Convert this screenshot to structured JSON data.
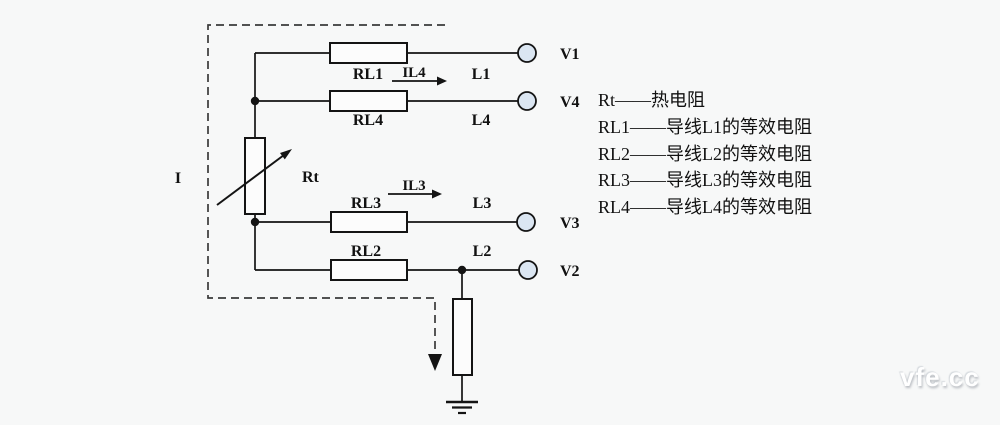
{
  "labels": {
    "current": "I",
    "thermal_resistor": "Rt",
    "rl1": "RL1",
    "rl4": "RL4",
    "rl3": "RL3",
    "rl2": "RL2",
    "l1": "L1",
    "l4": "L4",
    "l3": "L3",
    "l2": "L2",
    "il4": "IL4",
    "il3": "IL3",
    "v1": "V1",
    "v4": "V4",
    "v3": "V3",
    "v2": "V2"
  },
  "legend": {
    "items": [
      "Rt——热电阻",
      "RL1——导线L1的等效电阻",
      "RL2——导线L2的等效电阻",
      "RL3——导线L3的等效电阻",
      "RL4——导线L4的等效电阻"
    ]
  },
  "watermark": "vfe.cc",
  "colors": {
    "background": "#f7f8f8",
    "line": "#141414",
    "dashed_line": "#3a3a3a",
    "terminal_fill": "#dbe6f2",
    "box_fill": "#fcfcfc"
  }
}
